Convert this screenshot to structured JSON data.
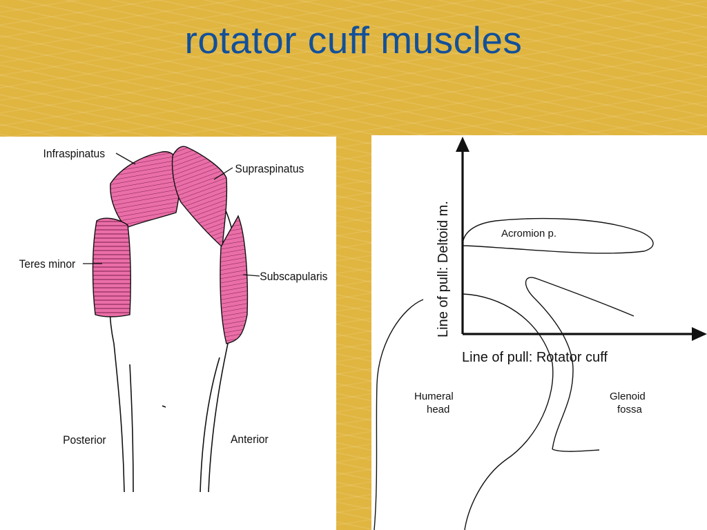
{
  "slide": {
    "title": "rotator cuff muscles",
    "colors": {
      "background": "#e0b540",
      "title": "#12509a",
      "muscle": "#ea6ea8"
    }
  },
  "left_diagram": {
    "labels": {
      "infraspinatus": "Infraspinatus",
      "supraspinatus": "Supraspinatus",
      "teres_minor": "Teres minor",
      "subscapularis": "Subscapularis",
      "posterior": "Posterior",
      "anterior": "Anterior"
    }
  },
  "right_diagram": {
    "labels": {
      "y_axis": "Line of pull: Deltoid m.",
      "x_axis": "Line of pull: Rotator cuff",
      "acromion": "Acromion p.",
      "humeral_line1": "Humeral",
      "humeral_line2": "head",
      "glenoid_line1": "Glenoid",
      "glenoid_line2": "fossa"
    }
  }
}
